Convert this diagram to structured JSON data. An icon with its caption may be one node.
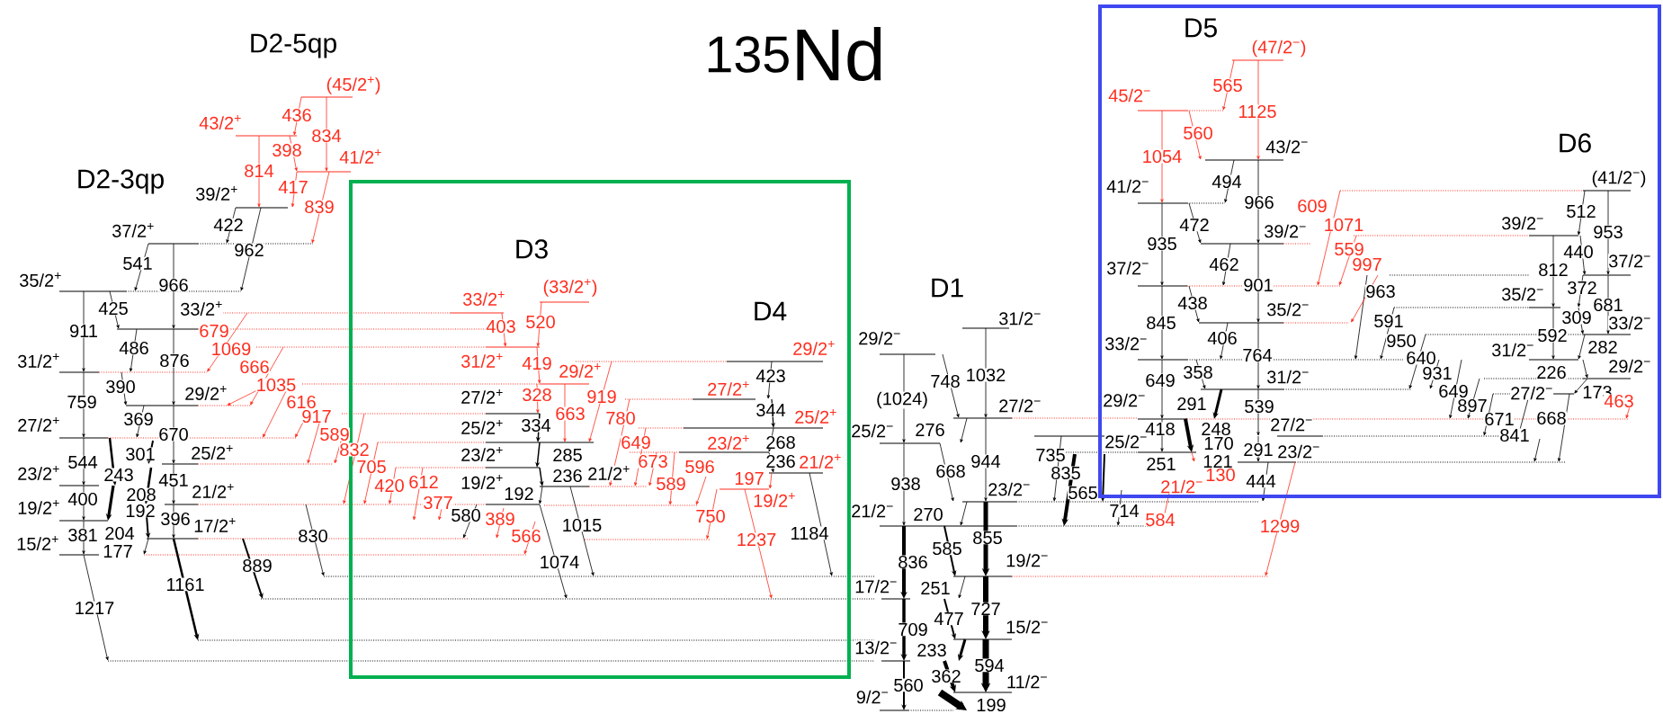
{
  "diagram": {
    "title": "$^{135}$Nd",
    "nodes": [
      {
        "text": [],
        "shape": "box"
      },
      {
        "text": [],
        "shape": "box"
      }
    ],
    "labels": [
      "D2-5qp",
      "(45/2$^{+}$)",
      "436",
      "43/2$^{+}$",
      "834",
      "398",
      "41/2$^{+}$",
      "814",
      "417",
      "839",
      "D2-3qp",
      "39/2$^{+}$",
      "422",
      "962",
      "37/2$^{+}$",
      "541",
      "35/2$^{+}$",
      "966",
      "425",
      "33/2$^{+}$",
      "911",
      "679",
      "486",
      "1069",
      "31/2$^{+}$",
      "876",
      "666",
      "390",
      "1035",
      "29/2$^{+}$",
      "759",
      "616",
      "369",
      "917",
      "27/2$^{+}$",
      "670",
      "589",
      "301",
      "25/2$^{+}$",
      "832",
      "544",
      "705",
      "23/2$^{+}$",
      "243",
      "451",
      "208",
      "21/2$^{+}$",
      "400",
      "19/2$^{+}$",
      "192",
      "396",
      "17/2$^{+}$",
      "381",
      "204",
      "15/2$^{+}$",
      "830",
      "177",
      "889",
      "1161",
      "1217",
      "D3",
      "33/2$^{+}$",
      "(33/2$^{+}$)",
      "403",
      "520",
      "31/2$^{+}$",
      "419",
      "29/2$^{+}$",
      "27/2$^{+}$",
      "328",
      "919",
      "663",
      "780",
      "25/2$^{+}$",
      "334",
      "649",
      "23/2$^{+}$",
      "285",
      "673",
      "420",
      "612",
      "19/2$^{+}$",
      "236",
      "21/2$^{+}$",
      "589",
      "192",
      "377",
      "580",
      "389",
      "750",
      "566",
      "1015",
      "1074",
      "D4",
      "29/2$^{+}$",
      "423",
      "27/2$^{+}$",
      "344",
      "25/2$^{+}$",
      "23/2$^{+}$",
      "268",
      "596",
      "236",
      "21/2$^{+}$",
      "197",
      "19/2$^{+}$",
      "1184",
      "1237",
      "D1",
      "29/2$^{−}$",
      "31/2$^{−}$",
      "1032",
      "748",
      "(1024)",
      "27/2$^{−}$",
      "25/2$^{−}$",
      "276",
      "944",
      "668",
      "938",
      "23/2$^{−}$",
      "21/2$^{−}$",
      "270",
      "855",
      "585",
      "836",
      "19/2$^{−}$",
      "17/2$^{−}$",
      "251",
      "727",
      "477",
      "709",
      "15/2$^{−}$",
      "13/2$^{−}$",
      "233",
      "594",
      "362",
      "560",
      "11/2$^{−}$",
      "9/2$^{−}$",
      "199",
      "735",
      "835",
      "565",
      "D5",
      "(47/2$^{−}$)",
      "565",
      "45/2$^{−}$",
      "1125",
      "560",
      "1054",
      "43/2$^{−}$",
      "D6",
      "41/2$^{−}$",
      "494",
      "(41/2$^{−}$)",
      "966",
      "609",
      "512",
      "472",
      "39/2$^{−}$",
      "1071",
      "39/2$^{−}$",
      "953",
      "935",
      "559",
      "440",
      "37/2$^{−}$",
      "462",
      "997",
      "812",
      "37/2$^{−}$",
      "901",
      "963",
      "35/2$^{−}$",
      "372",
      "438",
      "35/2$^{−}$",
      "681",
      "845",
      "591",
      "309",
      "33/2$^{−}$",
      "33/2$^{−}$",
      "406",
      "950",
      "592",
      "282",
      "764",
      "640",
      "31/2$^{−}$",
      "226",
      "29/2$^{−}$",
      "649",
      "358",
      "31/2$^{−}$",
      "931",
      "29/2$^{−}$",
      "291",
      "539",
      "649",
      "27/2$^{−}$",
      "173",
      "897",
      "463",
      "418",
      "248",
      "27/2$^{−}$",
      "671",
      "668",
      "841",
      "25/2$^{−}$",
      "170",
      "291",
      "23/2$^{−}$",
      "251",
      "121",
      "21/2$^{−}$",
      "130",
      "444",
      "714",
      "584",
      "1299"
    ]
  }
}
